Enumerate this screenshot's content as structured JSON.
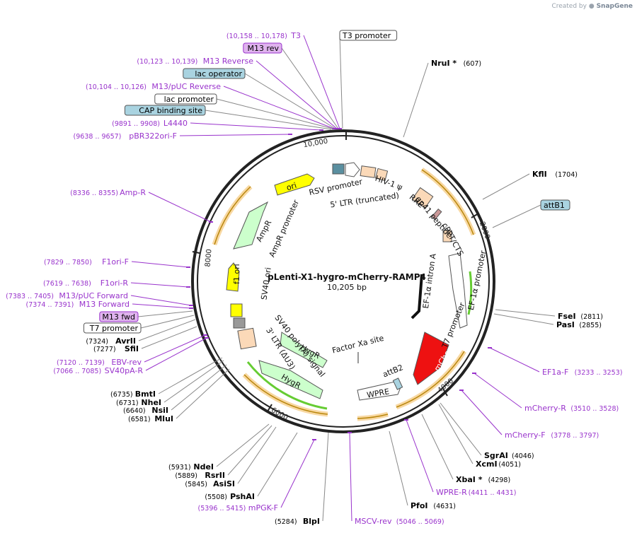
{
  "credit": {
    "prefix": "Created by",
    "brand": "SnapGene"
  },
  "plasmid": {
    "name": "pLenti-X1-hygro-mCherry-RAMP4",
    "size_label": "10,205 bp",
    "length": 10205
  },
  "colors": {
    "primer": "#9933cc",
    "enzyme": "#000000",
    "feature_orange": "#f0a830",
    "feature_green": "#66cc33",
    "mcherry": "#ee1111",
    "ori_yellow": "#ffff00",
    "ampr_green": "#ccffcc",
    "lac_box": "#a9d3e0",
    "primer_box": "#dfb3ee"
  },
  "tick_labels": [
    "2000",
    "4000",
    "6000",
    "8000",
    "10,000"
  ],
  "labels": [
    {
      "id": "t3",
      "name": "T3",
      "range": "(10,158 .. 10,178)",
      "kind": "primer"
    },
    {
      "id": "t3prom",
      "name": "T3 promoter",
      "range": "",
      "kind": "boxed"
    },
    {
      "id": "m13rev",
      "name": "M13 rev",
      "range": "",
      "kind": "primerbox"
    },
    {
      "id": "m13reverse",
      "name": "M13 Reverse",
      "range": "(10,123 .. 10,139)",
      "kind": "primer"
    },
    {
      "id": "lacop",
      "name": "lac operator",
      "range": "",
      "kind": "bluebox"
    },
    {
      "id": "m13puc",
      "name": "M13/pUC Reverse",
      "range": "(10,104 .. 10,126)",
      "kind": "primer"
    },
    {
      "id": "lacprom",
      "name": "lac promoter",
      "range": "",
      "kind": "boxed"
    },
    {
      "id": "cap",
      "name": "CAP binding site",
      "range": "",
      "kind": "bluebox"
    },
    {
      "id": "l4440",
      "name": "L4440",
      "range": "(9891 .. 9908)",
      "kind": "primer"
    },
    {
      "id": "pbr",
      "name": "pBR322ori-F",
      "range": "(9638 .. 9657)",
      "kind": "primer"
    },
    {
      "id": "ampr",
      "name": "Amp-R",
      "range": "(8336 .. 8355)",
      "kind": "primer"
    },
    {
      "id": "f1orif",
      "name": "F1ori-F",
      "range": "(7829 .. 7850)",
      "kind": "primer"
    },
    {
      "id": "f1orir",
      "name": "F1ori-R",
      "range": "(7619 .. 7638)",
      "kind": "primer"
    },
    {
      "id": "m13pucf",
      "name": "M13/pUC Forward",
      "range": "(7383 .. 7405)",
      "kind": "primer"
    },
    {
      "id": "m13f",
      "name": "M13 Forward",
      "range": "(7374 .. 7391)",
      "kind": "primer"
    },
    {
      "id": "m13fwd",
      "name": "M13 fwd",
      "range": "",
      "kind": "primerbox"
    },
    {
      "id": "t7prom",
      "name": "T7 promoter",
      "range": "",
      "kind": "boxed"
    },
    {
      "id": "avrii",
      "name": "AvrII",
      "range": "(7324)",
      "kind": "enzyme"
    },
    {
      "id": "sfii",
      "name": "SfiI",
      "range": "(7277)",
      "kind": "enzyme"
    },
    {
      "id": "ebvrev",
      "name": "EBV-rev",
      "range": "(7120 .. 7139)",
      "kind": "primer"
    },
    {
      "id": "sv40par",
      "name": "SV40pA-R",
      "range": "(7066 .. 7085)",
      "kind": "primer"
    },
    {
      "id": "bmti",
      "name": "BmtI",
      "range": "(6735)",
      "kind": "enzyme"
    },
    {
      "id": "nhei",
      "name": "NheI",
      "range": "(6731)",
      "kind": "enzyme"
    },
    {
      "id": "nsii",
      "name": "NsiI",
      "range": "(6640)",
      "kind": "enzyme"
    },
    {
      "id": "mlui",
      "name": "MluI",
      "range": "(6581)",
      "kind": "enzyme"
    },
    {
      "id": "ndei",
      "name": "NdeI",
      "range": "(5931)",
      "kind": "enzyme"
    },
    {
      "id": "rsrii",
      "name": "RsrII",
      "range": "(5889)",
      "kind": "enzyme"
    },
    {
      "id": "asisi",
      "name": "AsiSI",
      "range": "(5845)",
      "kind": "enzyme"
    },
    {
      "id": "pshai",
      "name": "PshAI",
      "range": "(5508)",
      "kind": "enzyme"
    },
    {
      "id": "mpgkf",
      "name": "mPGK-F",
      "range": "(5396 .. 5415)",
      "kind": "primer"
    },
    {
      "id": "blpi",
      "name": "BlpI",
      "range": "(5284)",
      "kind": "enzyme"
    },
    {
      "id": "msclvrev",
      "name": "MSCV-rev",
      "range": "(5046 .. 5069)",
      "kind": "primer"
    },
    {
      "id": "pfoi",
      "name": "PfoI",
      "range": "(4631)",
      "kind": "enzyme"
    },
    {
      "id": "wprer",
      "name": "WPRE-R",
      "range": "(4411 .. 4431)",
      "kind": "primer"
    },
    {
      "id": "xbai",
      "name": "XbaI *",
      "range": "(4298)",
      "kind": "enzyme"
    },
    {
      "id": "xcmi",
      "name": "XcmI",
      "range": "(4051)",
      "kind": "enzyme"
    },
    {
      "id": "sgrai",
      "name": "SgrAI",
      "range": "(4046)",
      "kind": "enzyme"
    },
    {
      "id": "mcherryf",
      "name": "mCherry-F",
      "range": "(3778 .. 3797)",
      "kind": "primer"
    },
    {
      "id": "mcherryr",
      "name": "mCherry-R",
      "range": "(3510 .. 3528)",
      "kind": "primer"
    },
    {
      "id": "ef1af",
      "name": "EF1a-F",
      "range": "(3233 .. 3253)",
      "kind": "primer"
    },
    {
      "id": "pasi",
      "name": "PasI",
      "range": "(2855)",
      "kind": "enzyme"
    },
    {
      "id": "fsei",
      "name": "FseI",
      "range": "(2811)",
      "kind": "enzyme"
    },
    {
      "id": "attb1",
      "name": "attB1",
      "range": "",
      "kind": "bluebox"
    },
    {
      "id": "kfli",
      "name": "KflI",
      "range": "(1704)",
      "kind": "enzyme"
    },
    {
      "id": "nrui",
      "name": "NruI *",
      "range": "(607)",
      "kind": "enzyme"
    }
  ],
  "inner_labels": [
    {
      "id": "rsv",
      "text": "RSV promoter"
    },
    {
      "id": "ltr5",
      "text": "5' LTR (truncated)"
    },
    {
      "id": "hiv",
      "text": "HIV-1 ψ"
    },
    {
      "id": "rre",
      "text": "RRE"
    },
    {
      "id": "gp41",
      "text": "gp41 peptide"
    },
    {
      "id": "cppt",
      "text": "cPPT/CTS"
    },
    {
      "id": "ef1prom",
      "text": "EF-1α promoter"
    },
    {
      "id": "ef1intron",
      "text": "EF-1α intron A"
    },
    {
      "id": "t7promin",
      "text": "T7 promoter"
    },
    {
      "id": "mcherry",
      "text": "mCherry"
    },
    {
      "id": "attb2",
      "text": "attB2"
    },
    {
      "id": "wpre",
      "text": "WPRE"
    },
    {
      "id": "factorxa",
      "text": "Factor Xa site"
    },
    {
      "id": "hygr1",
      "text": "HygR"
    },
    {
      "id": "hygr2",
      "text": "HygR"
    },
    {
      "id": "sv40pa",
      "text": "SV40 poly(A) signal"
    },
    {
      "id": "ltr3",
      "text": "3' LTR (ΔU3)"
    },
    {
      "id": "sv40ori",
      "text": "SV40 ori"
    },
    {
      "id": "f1ori",
      "text": "f1 ori"
    },
    {
      "id": "amprom",
      "text": "AmpR promoter"
    },
    {
      "id": "amprin",
      "text": "AmpR"
    },
    {
      "id": "ori",
      "text": "ori"
    }
  ]
}
